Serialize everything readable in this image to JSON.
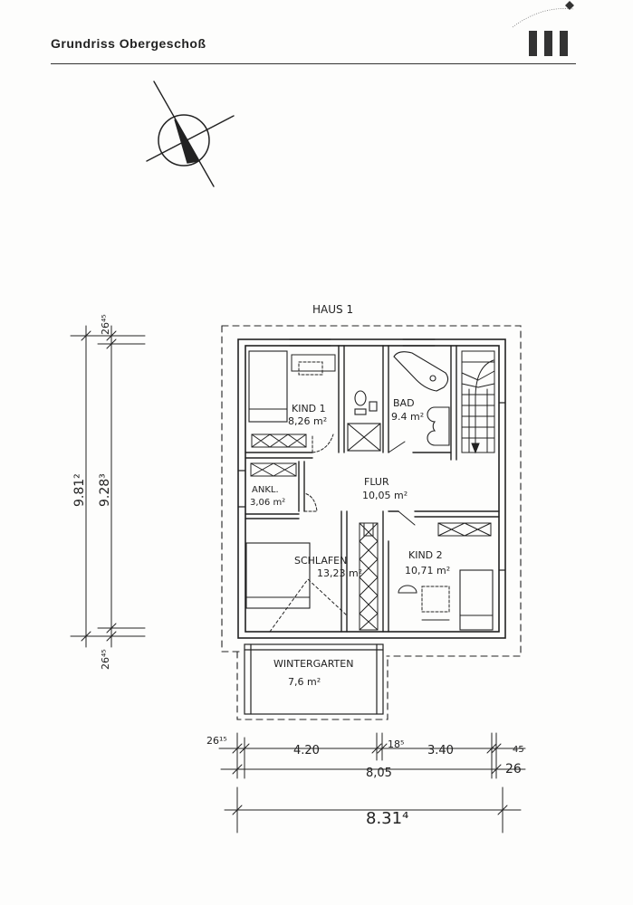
{
  "header": {
    "title": "Grundriss  Obergeschoß"
  },
  "plan": {
    "house_label": "HAUS  1",
    "rooms": [
      {
        "name": "KIND 1",
        "area": "8,26 m²"
      },
      {
        "name": "BAD",
        "area": "9.4 m²"
      },
      {
        "name": "FLUR",
        "area": "10,05 m²"
      },
      {
        "name": "ANKL.",
        "area": "3,06 m²"
      },
      {
        "name": "SCHLAFEN",
        "area": "13,23 m²"
      },
      {
        "name": "KIND 2",
        "area": "10,71 m²"
      },
      {
        "name": "WINTERGARTEN",
        "area": "7,6  m²"
      }
    ]
  },
  "dimensions": {
    "left_total": "9.81²",
    "left_inner": "9.28³",
    "left_top": "26⁴⁵",
    "left_bottom": "26⁴⁵",
    "bottom_left_margin": "26¹⁵",
    "bottom_seg1": "4.20",
    "bottom_seg2": "18⁵",
    "bottom_seg3": "3.40",
    "bottom_right_top": "45",
    "bottom_right_bottom": "26",
    "bottom_inner_total": "8,05",
    "bottom_outer_total": "8.31⁴"
  },
  "colors": {
    "ink": "#222222"
  }
}
